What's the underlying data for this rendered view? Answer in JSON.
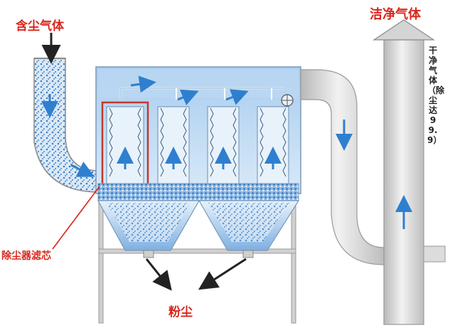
{
  "labels": {
    "inlet_gas": "含尘气体",
    "clean_gas": "洁净气体",
    "filter_cartridge": "除尘器滤芯",
    "dust": "粉尘",
    "vertical_note": "干净气体（除尘达99.9）"
  },
  "colors": {
    "label_red": "#d9261c",
    "label_dark": "#222222",
    "flow_arrow": "#2f7fd0",
    "dust_blue": "#3d7fc8",
    "housing": "#cfe3f5",
    "pipe": "#d9d9d9",
    "filter_highlight": "#c0392b"
  },
  "icons": [
    "flow-arrow-icon",
    "exhaust-cap-icon",
    "fan-icon"
  ]
}
